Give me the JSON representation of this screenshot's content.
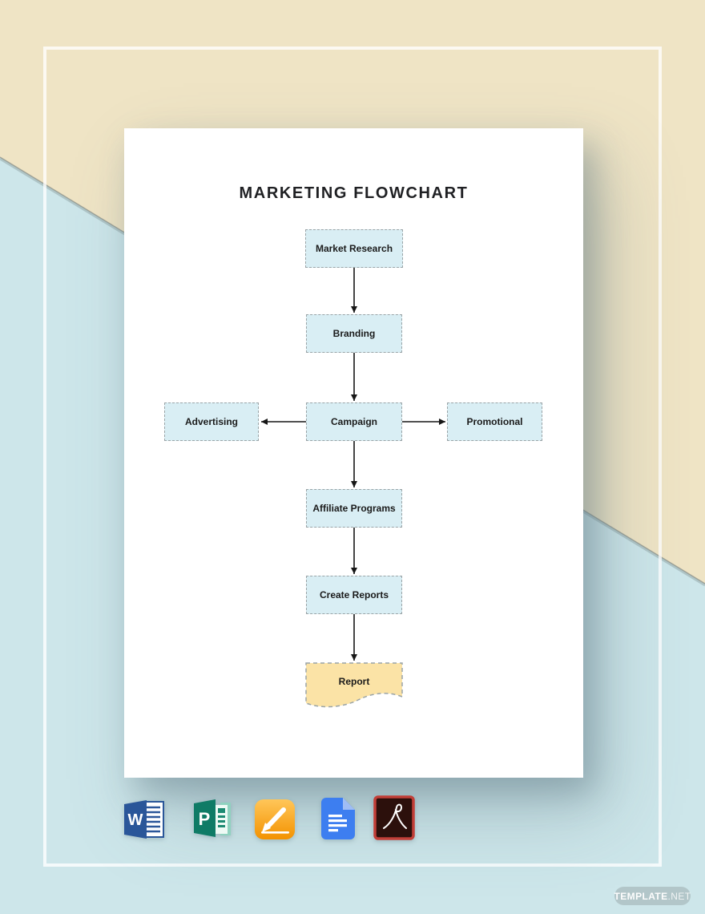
{
  "background": {
    "top_color": "#efe4c5",
    "bottom_color": "#cde6ea",
    "diagonal_line_color": "#8d9087"
  },
  "document_preview": {
    "title": "MARKETING FLOWCHART",
    "flowchart": {
      "nodes": [
        {
          "id": "market-research",
          "label": "Market Research",
          "shape": "rectangle",
          "fill": "#d9eef4"
        },
        {
          "id": "branding",
          "label": "Branding",
          "shape": "rectangle",
          "fill": "#d9eef4"
        },
        {
          "id": "advertising",
          "label": "Advertising",
          "shape": "rectangle",
          "fill": "#d9eef4"
        },
        {
          "id": "campaign",
          "label": "Campaign",
          "shape": "rectangle",
          "fill": "#d9eef4"
        },
        {
          "id": "promotional",
          "label": "Promotional",
          "shape": "rectangle",
          "fill": "#d9eef4"
        },
        {
          "id": "affiliate-programs",
          "label": "Affiliate Programs",
          "shape": "rectangle",
          "fill": "#d9eef4"
        },
        {
          "id": "create-reports",
          "label": "Create Reports",
          "shape": "rectangle",
          "fill": "#d9eef4"
        },
        {
          "id": "report",
          "label": "Report",
          "shape": "document",
          "fill": "#fbe3a6"
        }
      ],
      "edges": [
        {
          "from": "market-research",
          "to": "branding"
        },
        {
          "from": "branding",
          "to": "campaign"
        },
        {
          "from": "campaign",
          "to": "advertising"
        },
        {
          "from": "campaign",
          "to": "promotional"
        },
        {
          "from": "campaign",
          "to": "affiliate-programs"
        },
        {
          "from": "affiliate-programs",
          "to": "create-reports"
        },
        {
          "from": "create-reports",
          "to": "report"
        }
      ],
      "style": {
        "border_color": "#9aa4a7",
        "arrow_color": "#161616",
        "text_color": "#1b1b1b"
      }
    }
  },
  "format_icons": [
    {
      "name": "microsoft-word-icon",
      "letter": "W",
      "color": "#2a5699"
    },
    {
      "name": "microsoft-publisher-icon",
      "letter": "P",
      "color": "#0f7b66"
    },
    {
      "name": "apple-pages-icon",
      "color": "#f7a21b"
    },
    {
      "name": "google-docs-icon",
      "color": "#3d7ef0"
    },
    {
      "name": "adobe-pdf-icon",
      "color": "#c23f38"
    }
  ],
  "watermark": {
    "brand": "TEMPLATE",
    "tld": ".NET"
  }
}
